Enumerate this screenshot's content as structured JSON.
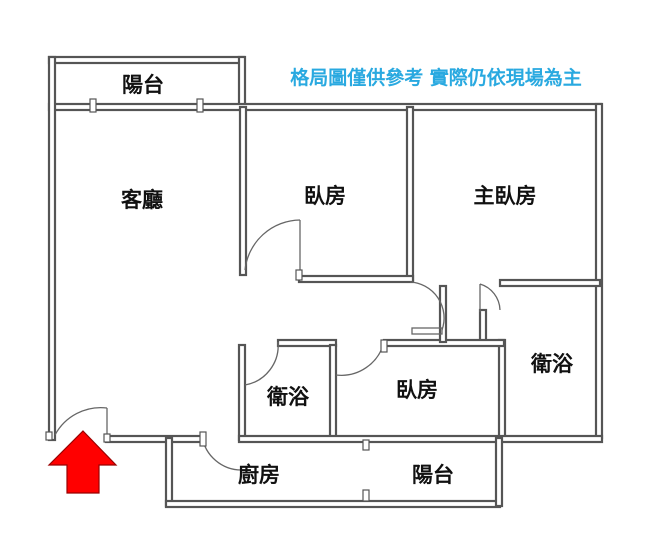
{
  "notice": "格局圖僅供參考 實際仍依現場為主",
  "rooms": {
    "balcony_top": "陽台",
    "living_room": "客廳",
    "bedroom_middle": "臥房",
    "master_bedroom": "主臥房",
    "bathroom_center": "衛浴",
    "bedroom_lower": "臥房",
    "bathroom_right": "衛浴",
    "kitchen": "廚房",
    "balcony_bottom": "陽台"
  },
  "colors": {
    "wall": "#555555",
    "notice_text": "#29a9e0",
    "entrance_arrow": "#ff0000"
  },
  "icons": {
    "entrance": "entrance-arrow-icon"
  }
}
